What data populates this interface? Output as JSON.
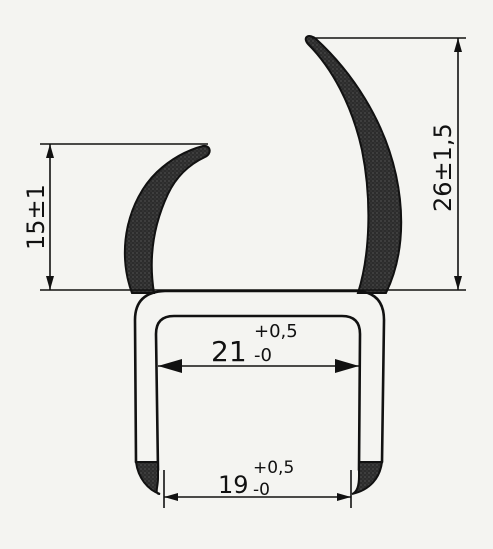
{
  "colors": {
    "paper": "#f4f4f1",
    "ink": "#111111",
    "rubber": "#2c2c2c"
  },
  "dimensions": {
    "left_lip_height": "15±1",
    "right_lip_height": "26±1,5",
    "inner_width": {
      "nominal": "21",
      "upper_tolerance": "+0,5",
      "lower_tolerance": "-0"
    },
    "opening_width": {
      "nominal": "19",
      "upper_tolerance": "+0,5",
      "lower_tolerance": "-0"
    }
  }
}
